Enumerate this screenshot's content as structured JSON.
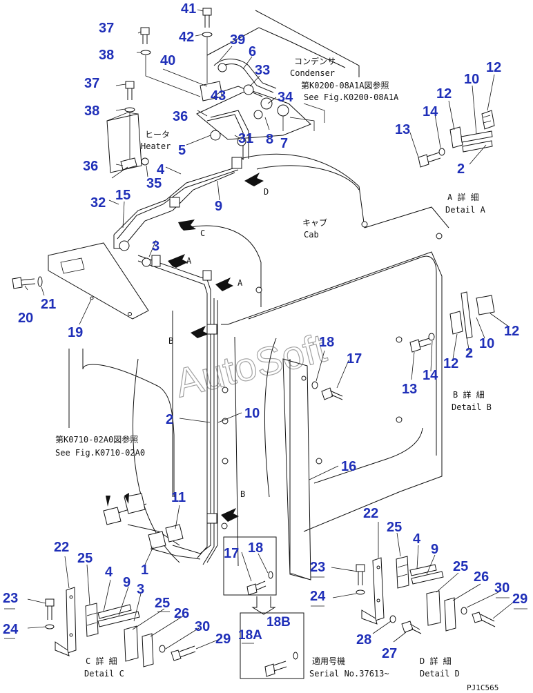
{
  "labels": {
    "n41": "41",
    "n37a": "37",
    "n42": "42",
    "n39": "39",
    "n38a": "38",
    "n40": "40",
    "n6": "6",
    "n33": "33",
    "n37b": "37",
    "n43": "43",
    "n34": "34",
    "n38b": "38",
    "n36a": "36",
    "n31": "31",
    "n8": "8",
    "n7": "7",
    "n5": "5",
    "n4a": "4",
    "n36b": "36",
    "n35": "35",
    "n9a": "9",
    "n32": "32",
    "n15": "15",
    "n3a": "3",
    "n20": "20",
    "n21": "21",
    "n19": "19",
    "n18a": "18",
    "n17a": "17",
    "n2a": "2",
    "n10a": "10",
    "n16": "16",
    "n11": "11",
    "n1": "1",
    "n17b": "17",
    "n18b": "18",
    "n23a": "23",
    "n24a": "24",
    "n22a": "22",
    "n25a": "25",
    "n4b": "4",
    "n9b": "9",
    "n25b": "25",
    "n26a": "26",
    "n30a": "30",
    "n29a": "29",
    "n28": "28",
    "n27": "27",
    "n18bb": "18B",
    "n18aa": "18A",
    "n22b": "22",
    "n25c": "25",
    "n4c": "4",
    "n9c": "9",
    "n3b": "3",
    "n23b": "23",
    "n24b": "24",
    "n25d": "25",
    "n26b": "26",
    "n30b": "30",
    "n29b": "29",
    "n12a": "12",
    "n10b": "10",
    "n12b": "12",
    "n14a": "14",
    "n13a": "13",
    "n2b": "2",
    "n12c": "12",
    "n10c": "10",
    "n2c": "2",
    "n12d": "12",
    "n14b": "14",
    "n13b": "13"
  },
  "text": {
    "condenser_jp": "コンデンサ",
    "condenser_en": "Condenser",
    "fig_ref_1_jp": "第K0200-08A1A図参照",
    "fig_ref_1_en": "See Fig.K0200-08A1A",
    "heater_jp": "ヒータ",
    "heater_en": "Heater",
    "cab_jp": "キャブ",
    "cab_en": "Cab",
    "fig_ref_2_jp": "第K0710-02A0図参照",
    "fig_ref_2_en": "See Fig.K0710-02A0",
    "detail_a_jp": "A 詳 細",
    "detail_a_en": "Detail A",
    "detail_b_jp": "B 詳 細",
    "detail_b_en": "Detail B",
    "detail_c_jp": "C 詳 細",
    "detail_c_en": "Detail C",
    "detail_d_jp": "D 詳 細",
    "detail_d_en": "Detail D",
    "serial_jp": "適用号機",
    "serial_en": "Serial No.37613~",
    "view_a1": "A",
    "view_a2": "A",
    "view_b1": "B",
    "view_b2": "B",
    "view_c": "C",
    "view_d": "D",
    "watermark": "AutoSoft",
    "drawing_code": "PJ1C565"
  },
  "colors": {
    "label": "#1f2fb8",
    "line": "#111111",
    "background": "#ffffff"
  }
}
